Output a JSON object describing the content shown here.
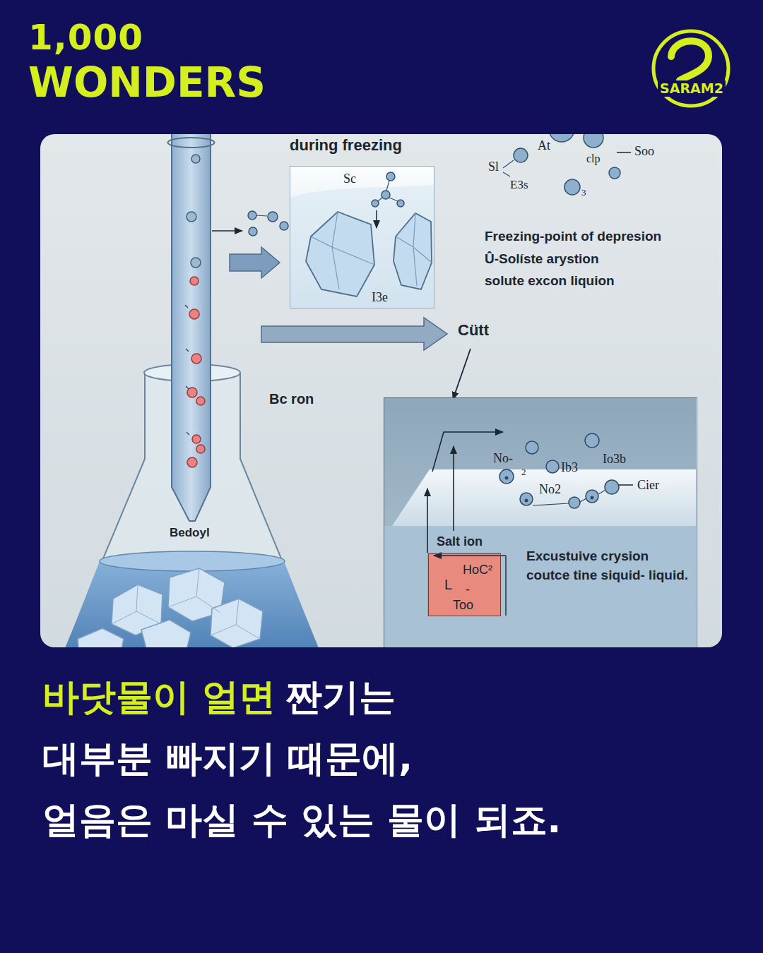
{
  "diagram": {
    "title": "during freezing",
    "nodes": [
      {
        "text": [
          "Sc",
          "I3e"
        ]
      },
      {
        "text": [
          "No-",
          "2",
          "Ib3",
          "Io3b",
          "No2",
          "Cier",
          "Salt ion",
          "Excustuive crysion coutce tine siquid- liquid."
        ]
      },
      {
        "text": [
          "HoC²",
          "L",
          "-",
          "Too"
        ],
        "in": 1
      }
    ],
    "labels": [
      "1,000",
      "WONDERS",
      "SARAM2",
      "At",
      "Sl",
      "E3s",
      "clp",
      "Soo",
      "3",
      "Freezing-point of depresion",
      "Û-Solíste arystion",
      "solute excon liquion",
      "Cütt",
      "Bc ron",
      "Bedoyl",
      "바닷물이 얼면",
      "짠기는 대부분 빠지기 때문에,",
      "얼음은 마실 수 있는 물이 되죠."
    ]
  }
}
